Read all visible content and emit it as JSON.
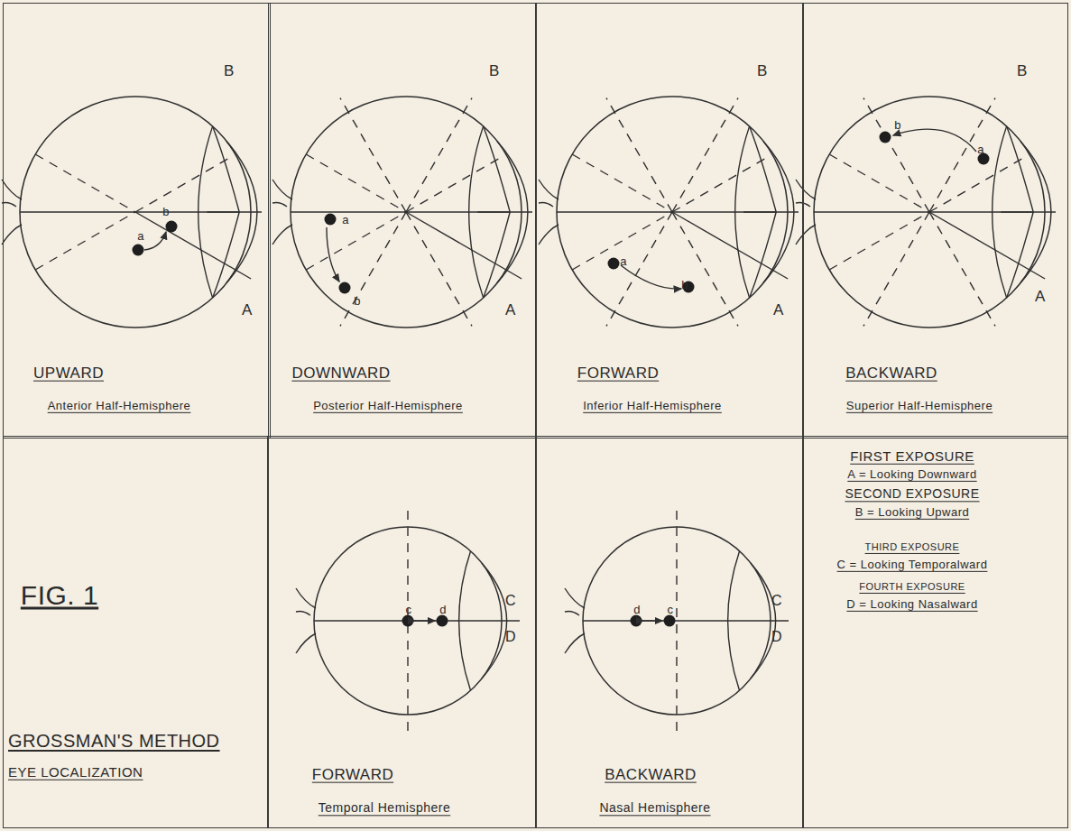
{
  "diagram": {
    "nodes": [
      {
        "text": [
          "UPWARD",
          "Anterior Half-Hemisphere",
          "B",
          "A",
          "a",
          "b"
        ]
      },
      {
        "text": [
          "DOWNWARD",
          "Posterior Half-Hemisphere",
          "B",
          "A",
          "a",
          "b"
        ]
      },
      {
        "text": [
          "FORWARD",
          "Inferior Half-Hemisphere",
          "B",
          "A",
          "a",
          "b"
        ]
      },
      {
        "text": [
          "BACKWARD",
          "Superior Half-Hemisphere",
          "B",
          "A",
          "b",
          "a"
        ]
      },
      {
        "text": [
          "FIG. 1",
          "GROSSMAN'S METHOD",
          "EYE LOCALIZATION"
        ]
      },
      {
        "text": [
          "FORWARD",
          "Temporal Hemisphere",
          "c",
          "d",
          "C",
          "D"
        ]
      },
      {
        "text": [
          "BACKWARD",
          "Nasal Hemisphere",
          "d",
          "c",
          "C",
          "D"
        ]
      },
      {
        "text": [
          "FIRST EXPOSURE",
          "A = Looking Downward",
          "SECOND EXPOSURE",
          "B = Looking Upward",
          "THIRD EXPOSURE",
          "C = Looking Temporalward",
          "FOURTH EXPOSURE",
          "D = Looking Nasalward"
        ]
      }
    ]
  }
}
